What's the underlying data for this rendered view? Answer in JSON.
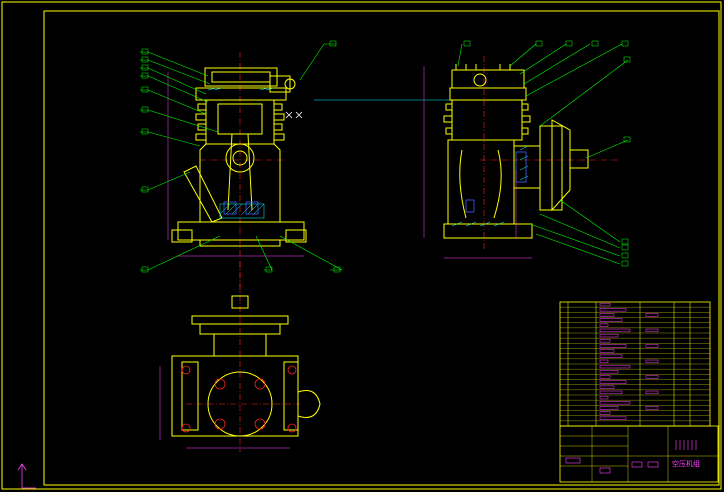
{
  "drawing": {
    "title_block_text": "空压机组",
    "colors": {
      "background": "#000000",
      "border": "#ffff00",
      "outline": "#ffff00",
      "leader": "#00ff00",
      "centerline": "#ff2020",
      "hatch": "#00ffff",
      "dimension": "#ff40ff",
      "blue_parts": "#4060ff",
      "white": "#ffffff"
    },
    "views": [
      "front-section-view",
      "side-section-view",
      "top-view"
    ],
    "icons": {
      "ucs": "ucs-axis-icon"
    }
  }
}
